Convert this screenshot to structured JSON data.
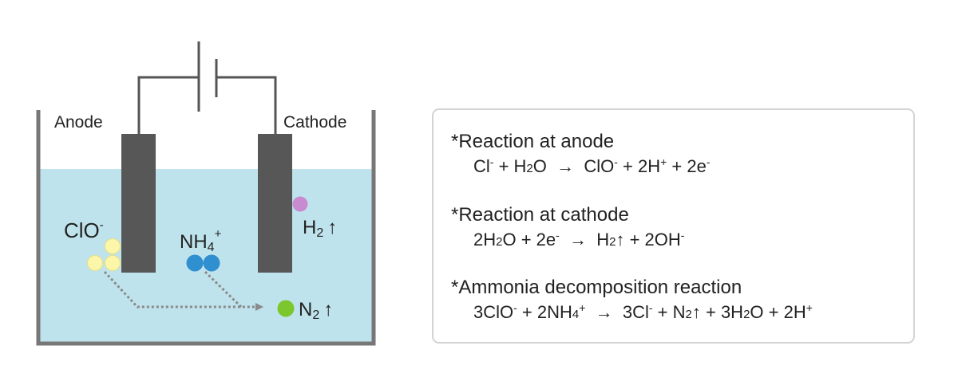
{
  "diagram": {
    "anode_label": "Anode",
    "cathode_label": "Cathode",
    "species": {
      "clo": {
        "base": "ClO",
        "sup": "-"
      },
      "nh4": {
        "base": "NH",
        "sub": "4",
        "sup": "+"
      },
      "h2": {
        "base": "H",
        "sub": "2",
        "arrow": "↑"
      },
      "n2": {
        "base": "N",
        "sub": "2",
        "arrow": "↑"
      }
    },
    "colors": {
      "electrolyte": "#bfe3ec",
      "electrode": "#575757",
      "wall": "#777777",
      "clo_ball": "#fbf6a8",
      "nh4_ball": "#2f8fcf",
      "h2_ball": "#c98bd0",
      "n2_ball": "#7cc62e",
      "dotted_arrow": "#8a8a8a"
    }
  },
  "reactions": [
    {
      "heading": "*Reaction at anode",
      "equation": [
        {
          "t": "Cl"
        },
        {
          "sup": "-"
        },
        {
          "t": " + H"
        },
        {
          "sub": "2"
        },
        {
          "t": "O  →  ClO"
        },
        {
          "sup": "-"
        },
        {
          "t": " + 2H"
        },
        {
          "sup": "+"
        },
        {
          "t": " + 2e"
        },
        {
          "sup": "-"
        }
      ]
    },
    {
      "heading": "*Reaction at cathode",
      "equation": [
        {
          "t": "2H"
        },
        {
          "sub": "2"
        },
        {
          "t": "O + 2e"
        },
        {
          "sup": "-"
        },
        {
          "t": "  →  H"
        },
        {
          "sub": "2"
        },
        {
          "t": "↑ + 2OH"
        },
        {
          "sup": "-"
        }
      ]
    },
    {
      "heading": "*Ammonia decomposition reaction",
      "equation": [
        {
          "t": "3ClO"
        },
        {
          "sup": "-"
        },
        {
          "t": " + 2NH"
        },
        {
          "sub": "4"
        },
        {
          "sup": "+"
        },
        {
          "t": "  →  3Cl"
        },
        {
          "sup": "-"
        },
        {
          "t": " + N"
        },
        {
          "sub": "2"
        },
        {
          "t": "↑ + 3H"
        },
        {
          "sub": "2"
        },
        {
          "t": "O + 2H"
        },
        {
          "sup": "+"
        }
      ]
    }
  ]
}
